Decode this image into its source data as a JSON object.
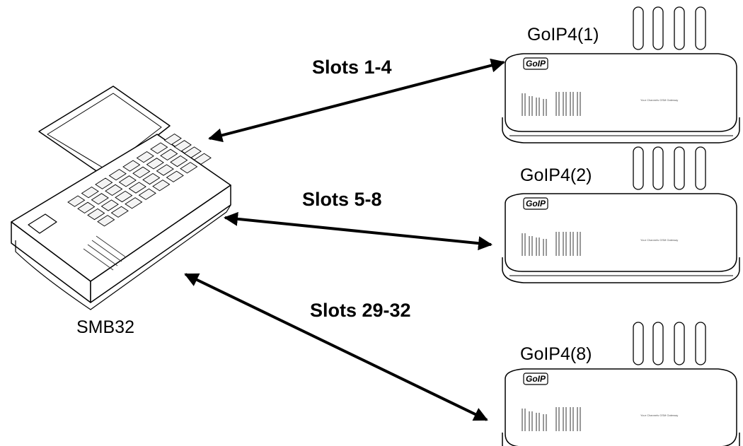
{
  "links": [
    {
      "label": "Slots 1-4"
    },
    {
      "label": "Slots 5-8"
    },
    {
      "label": "Slots 29-32"
    }
  ],
  "bank": {
    "label": "SMB32"
  },
  "gateways": [
    {
      "label": "GoIP4(1)",
      "logo": "GoIP",
      "tagline": "Your Channels GSM Gateway"
    },
    {
      "label": "GoIP4(2)",
      "logo": "GoIP",
      "tagline": "Your Channels GSM Gateway"
    },
    {
      "label": "GoIP4(8)",
      "logo": "GoIP",
      "tagline": "Your Channels GSM Gateway"
    }
  ],
  "colors": {
    "line": "#000000",
    "background": "#ffffff"
  }
}
